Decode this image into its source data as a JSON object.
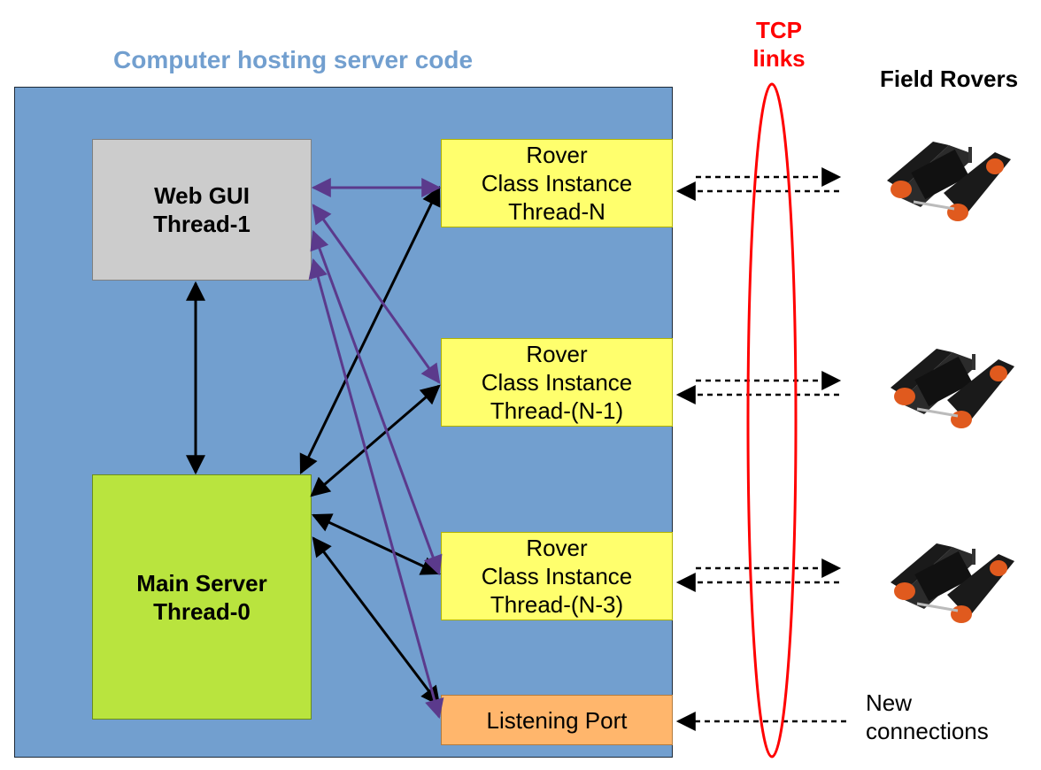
{
  "title": "Computer hosting server code",
  "tcp_label": "TCP\nlinks",
  "field_rovers_label": "Field Rovers",
  "new_connections_label": "New\nconnections",
  "web_gui": {
    "label": "Web GUI\nThread-1"
  },
  "main_server": {
    "label": "Main Server\nThread-0"
  },
  "rovers": [
    {
      "label": "Rover\nClass Instance\nThread-N"
    },
    {
      "label": "Rover\nClass Instance\nThread-(N-1)"
    },
    {
      "label": "Rover\nClass Instance\nThread-(N-3)"
    }
  ],
  "listening_port": {
    "label": "Listening Port"
  },
  "colors": {
    "host_bg": "#729fcf",
    "web_gui_bg": "#cccccc",
    "main_server_bg": "#b9e43e",
    "rover_bg": "#ffff6d",
    "listening_port_bg": "#ffb66c",
    "purple_arrows": "#5b3a8c",
    "tcp_ellipse": "#ff0000"
  },
  "icons": [
    "tracked-rover-icon",
    "tracked-rover-icon",
    "tracked-rover-icon"
  ]
}
